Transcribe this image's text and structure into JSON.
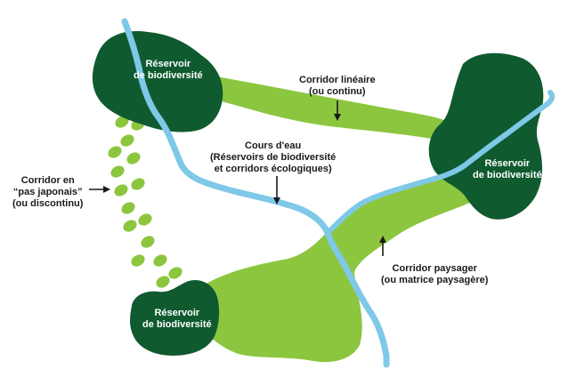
{
  "colors": {
    "reservoir": "#0f5a2f",
    "light_green": "#8cc63f",
    "water": "#7ec8e8",
    "text_dark": "#1a1a1a",
    "text_light": "#ffffff"
  },
  "labels": {
    "reservoir_top_left": [
      "Réservoir",
      "de biodiversité"
    ],
    "reservoir_right": [
      "Réservoir",
      "de biodiversité"
    ],
    "reservoir_bottom_left": [
      "Réservoir",
      "de biodiversité"
    ],
    "corridor_lineaire": [
      "Corridor linéaire",
      "(ou continu)"
    ],
    "cours_deau": [
      "Cours d'eau",
      "(Réservoirs de biodiversité",
      "et corridors écologiques)"
    ],
    "corridor_pas_japonais": [
      "Corridor en",
      "“pas japonais”",
      "(ou discontinu)"
    ],
    "corridor_paysager": [
      "Corridor paysager",
      "(ou matrice paysagère)"
    ]
  }
}
